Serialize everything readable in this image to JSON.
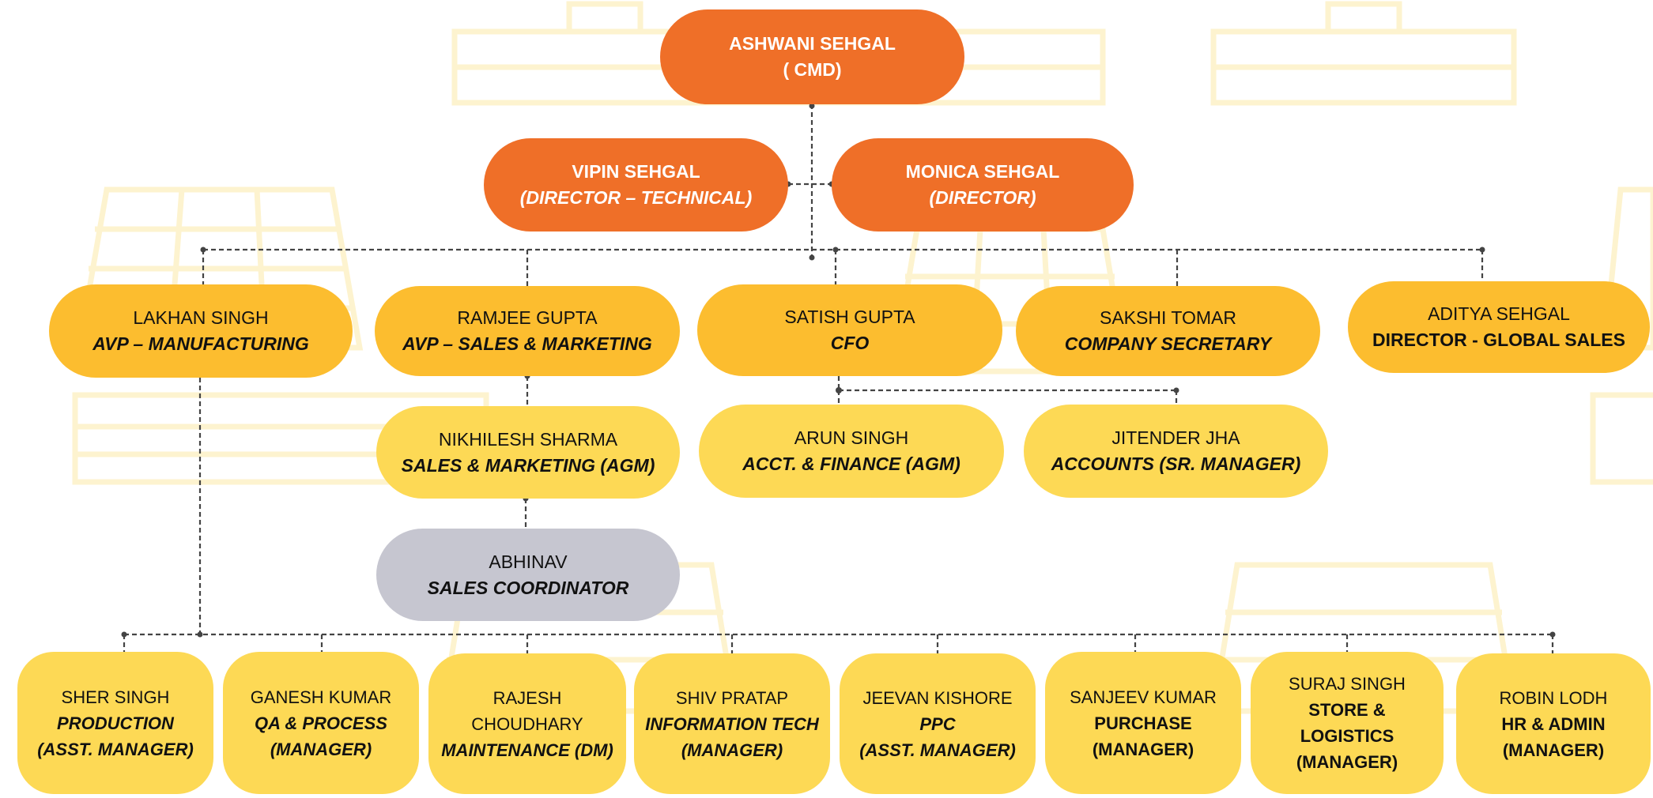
{
  "colors": {
    "top": "#ef6f28",
    "senior": "#fcbd2f",
    "middle": "#fdd955",
    "coordinator": "#c6c6d0",
    "connector": "#444444",
    "watermark": "#fdf3cf"
  },
  "nodes": {
    "cmd": {
      "name": "ASHWANI SEHGAL",
      "role": "( CMD)"
    },
    "vipin": {
      "name": "VIPIN SEHGAL",
      "role": "(DIRECTOR – TECHNICAL)"
    },
    "monica": {
      "name": "MONICA SEHGAL",
      "role": "(DIRECTOR)"
    },
    "lakhan": {
      "name": "LAKHAN SINGH",
      "role": "AVP – MANUFACTURING"
    },
    "ramjee": {
      "name": "RAMJEE GUPTA",
      "role": "AVP – SALES & MARKETING"
    },
    "satish": {
      "name": "SATISH GUPTA",
      "role": "CFO"
    },
    "sakshi": {
      "name": "SAKSHI TOMAR",
      "role": "COMPANY SECRETARY"
    },
    "aditya": {
      "name": "ADITYA SEHGAL",
      "role": "DIRECTOR - GLOBAL SALES"
    },
    "nikhilesh": {
      "name": "NIKHILESH SHARMA",
      "role": "SALES & MARKETING (AGM)"
    },
    "arun": {
      "name": "ARUN SINGH",
      "role": "ACCT. & FINANCE (AGM)"
    },
    "jitender": {
      "name": "JITENDER JHA",
      "role": "ACCOUNTS (SR. MANAGER)"
    },
    "abhinav": {
      "name": "ABHINAV",
      "role": "SALES COORDINATOR"
    },
    "sher": {
      "name": "SHER SINGH",
      "role1": "PRODUCTION",
      "role2": "(ASST. MANAGER)"
    },
    "ganesh": {
      "name": "GANESH KUMAR",
      "role1": "QA & PROCESS",
      "role2": "(MANAGER)"
    },
    "rajesh": {
      "name1": "RAJESH",
      "name2": "CHOUDHARY",
      "role": "MAINTENANCE (DM)"
    },
    "shiv": {
      "name": "SHIV PRATAP",
      "role1": "INFORMATION TECH",
      "role2": "(MANAGER)"
    },
    "jeevan": {
      "name": "JEEVAN KISHORE",
      "role1": "PPC",
      "role2": "(ASST. MANAGER)"
    },
    "sanjeev": {
      "name": "SANJEEV KUMAR",
      "role1": "PURCHASE",
      "role2": "(MANAGER)"
    },
    "suraj": {
      "name": "SURAJ SINGH",
      "role1": "STORE &",
      "role2": "LOGISTICS",
      "role3": "(MANAGER)"
    },
    "robin": {
      "name": "ROBIN LODH",
      "role1": "HR & ADMIN",
      "role2": "(MANAGER)"
    }
  }
}
